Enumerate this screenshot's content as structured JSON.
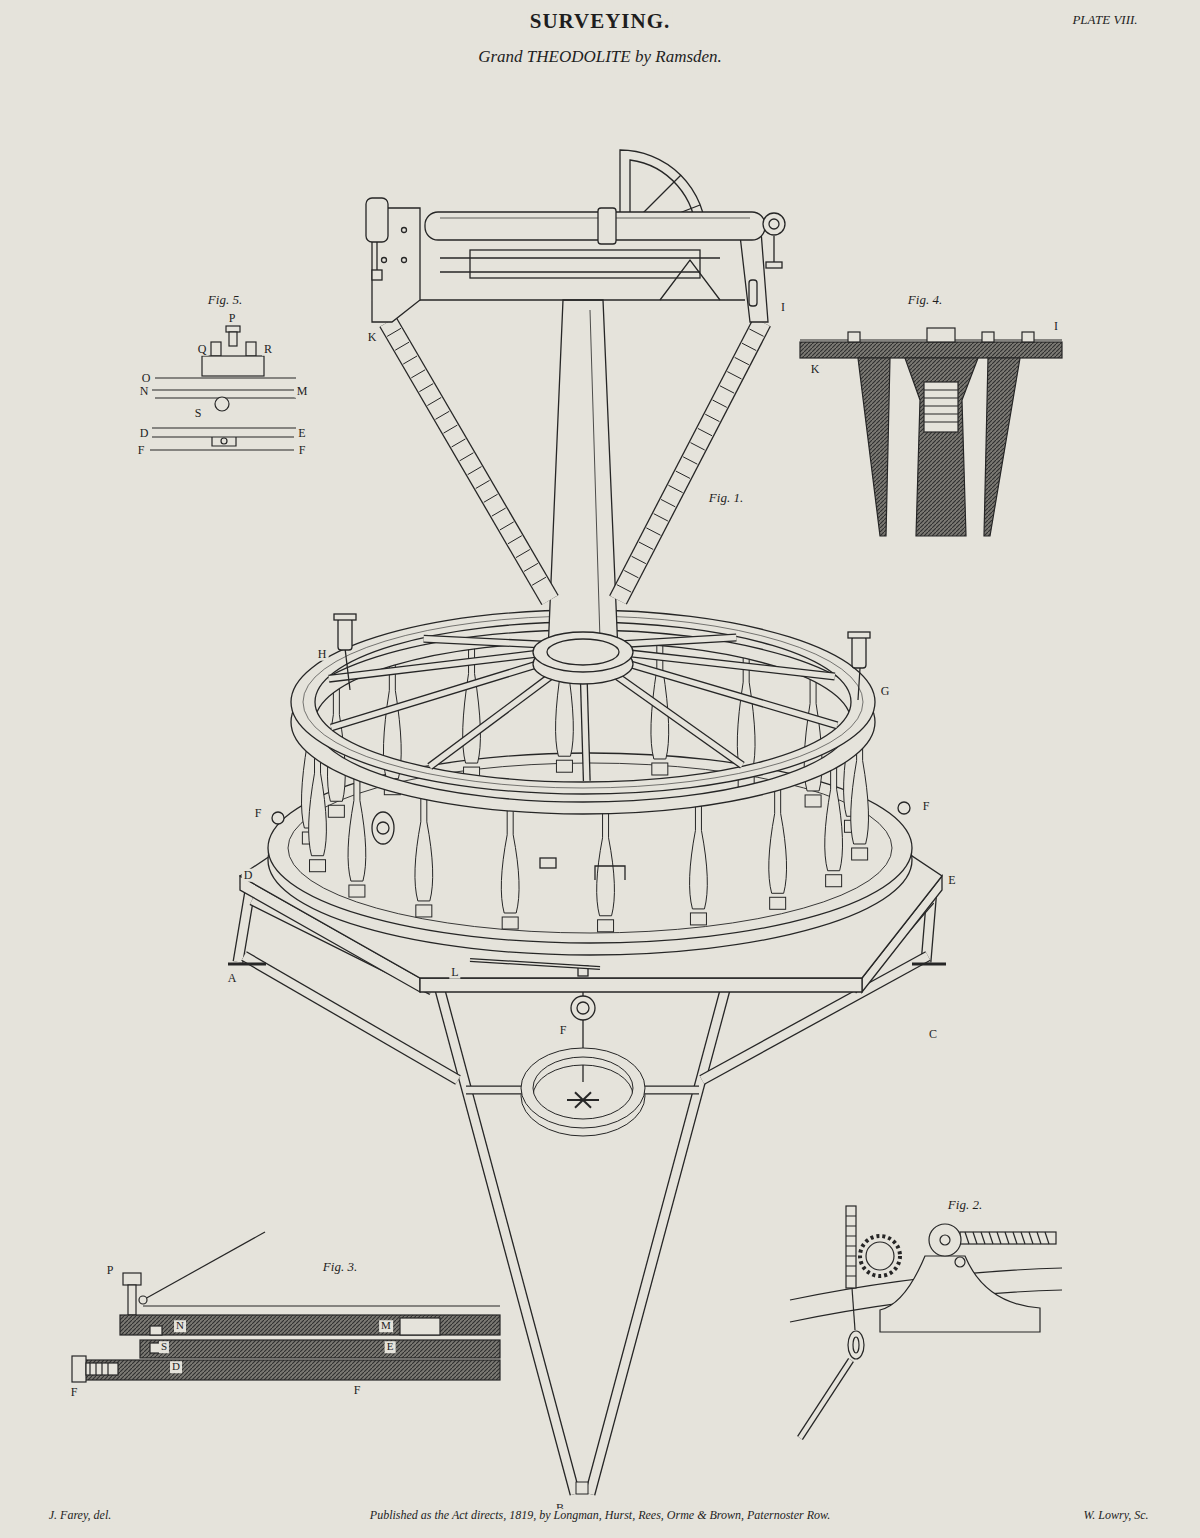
{
  "diagram": {
    "title": "SURVEYING.",
    "labels": [
      "PLATE VIII.",
      "Grand THEODOLITE by Ramsden.",
      "Fig. 5.",
      "P",
      "Q",
      "R",
      "O",
      "N",
      "M",
      "S",
      "D",
      "E",
      "F",
      "F",
      "Fig. 4.",
      "I",
      "K",
      "K",
      "I",
      "Fig. 1.",
      "H",
      "G",
      "F",
      "F",
      "D",
      "E",
      "A",
      "L",
      "F",
      "C",
      "B",
      "Fig. 3.",
      "P",
      "N",
      "M",
      "S",
      "E",
      "D",
      "F",
      "F",
      "Fig. 2.",
      "J. Farey, del.",
      "Published as the Act directs, 1819, by Longman, Hurst, Rees, Orme & Brown, Paternoster Row.",
      "W. Lowry, Sc."
    ]
  }
}
